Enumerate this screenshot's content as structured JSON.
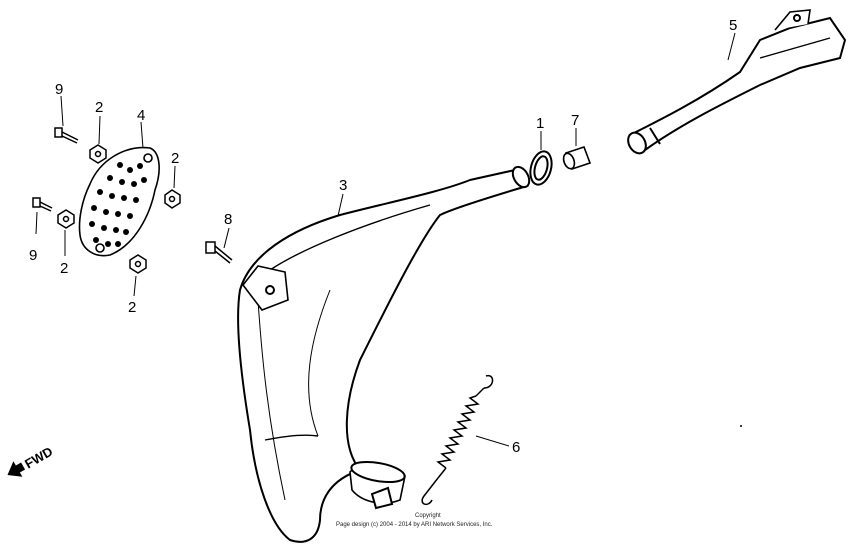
{
  "callouts": {
    "part_1": "1",
    "part_2": "2",
    "part_3": "3",
    "part_4": "4",
    "part_5": "5",
    "part_6": "6",
    "part_7": "7",
    "part_8": "8",
    "part_9": "9"
  },
  "direction_label": "FWD",
  "copyright": {
    "line1": "Copyright",
    "line2": "Page design (c) 2004 - 2014 by ARI Network Services, Inc."
  },
  "colors": {
    "ink": "#000000",
    "background": "#ffffff"
  }
}
